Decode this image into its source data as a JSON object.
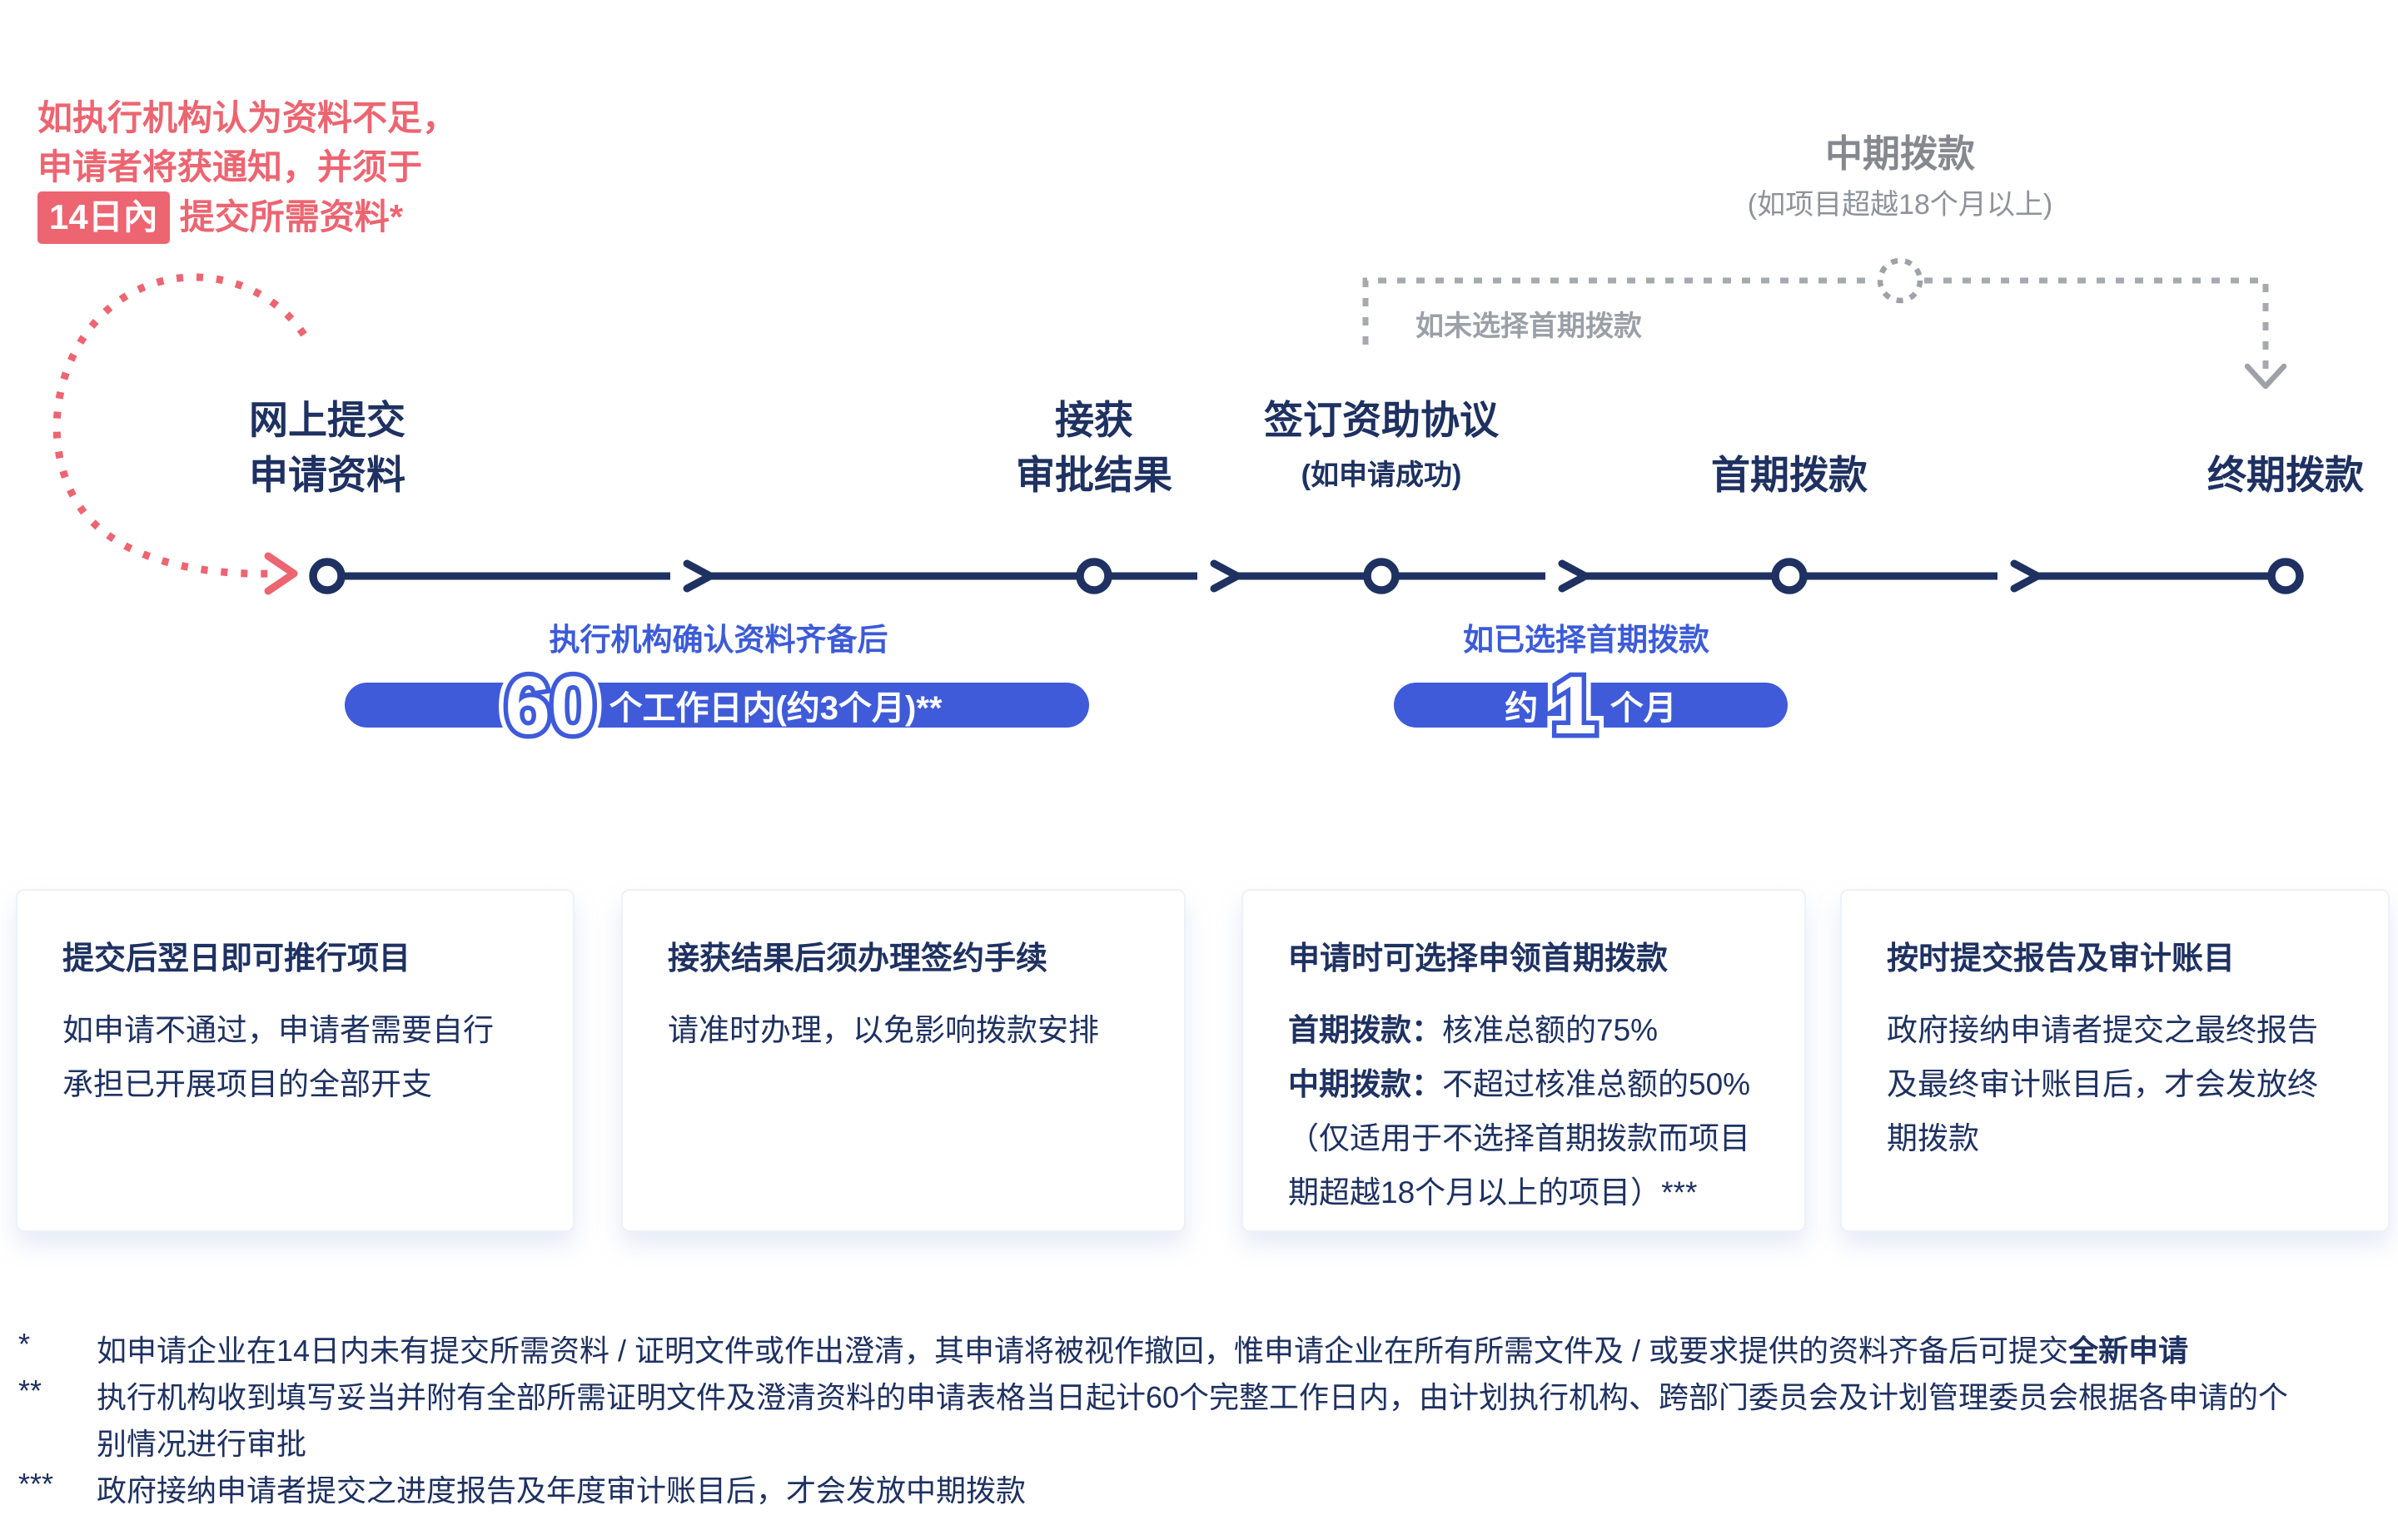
{
  "colors": {
    "navy": "#1E3161",
    "accent_blue": "#3F5BD9",
    "caption_blue": "#3C5BD9",
    "alert_red": "#EC6571",
    "gray": "#9BA0A8",
    "gray_dark": "#85888E"
  },
  "callout": {
    "line1": "如执行机构认为资料不足，",
    "line2": "申请者将获通知，并须于",
    "badge": "14日內",
    "line3_rest": "提交所需资料*"
  },
  "midterm": {
    "title": "中期拨款",
    "subtitle": "(如项目超越18个月以上)",
    "branch_label": "如未选择首期拨款"
  },
  "timeline": {
    "steps": [
      {
        "line1": "网上提交",
        "line2": "申请资料"
      },
      {
        "line1": "接获",
        "line2": "审批结果"
      },
      {
        "line1": "签订资助协议",
        "line2": "(如申请成功)"
      },
      {
        "line2": "首期拨款"
      },
      {
        "line2": "终期拨款"
      }
    ],
    "caption_review": "执行机构确认资料齐备后",
    "caption_first_payment": "如已选择首期拨款",
    "pill_review": {
      "big": "60",
      "rest": "个工作日内(约3个月)**"
    },
    "pill_first_payment": {
      "pre": "约",
      "big": "1",
      "post": "个月"
    }
  },
  "cards": [
    {
      "title": "提交后翌日即可推行项目",
      "line1": "如申请不通过，申请者需要自行",
      "line2": "承担已开展项目的全部开支"
    },
    {
      "title": "接获结果后须办理签约手续",
      "line1": "请准时办理，以免影响拨款安排"
    },
    {
      "title": "申请时可选择申领首期拨款",
      "b1": "首期拨款：",
      "t1": "核准总额的75%",
      "b2": "中期拨款：",
      "t2": "不超过核准总额的50%",
      "line3": "（仅适用于不选择首期拨款而项目",
      "line4": "期超越18个月以上的项目）***"
    },
    {
      "title": "按时提交报告及审计账目",
      "line1": "政府接纳申请者提交之最终报告",
      "line2": "及最终审计账目后，才会发放终",
      "line3": "期拨款"
    }
  ],
  "footnotes": {
    "m1": "*",
    "t1": "如申请企业在14日内未有提交所需资料 / 证明文件或作出澄清，其申请将被视作撤回，惟申请企业在所有所需文件及 / 或要求提供的资料齐备后可提交",
    "t1_bold": "全新申请",
    "m2": "**",
    "t2": "执行机构收到填写妥当并附有全部所需证明文件及澄清资料的申请表格当日起计60个完整工作日内，由计划执行机构、跨部门委员会及计划管理委员会根据各申请的个",
    "t2_wrap": "别情况进行审批",
    "m3": "***",
    "t3": "政府接纳申请者提交之进度报告及年度审计账目后，才会发放中期拨款"
  }
}
